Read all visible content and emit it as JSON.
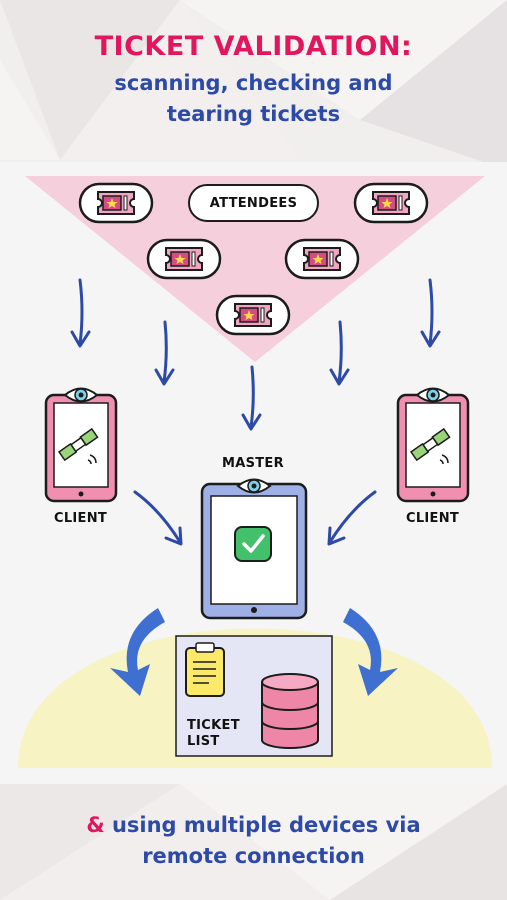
{
  "header": {
    "title": "TICKET VALIDATION:",
    "subtitle_line1": "scanning, checking and",
    "subtitle_line2": "tearing tickets"
  },
  "diagram": {
    "attendees_label": "ATTENDEES",
    "master_label": "MASTER",
    "client_left_label": "CLIENT",
    "client_right_label": "CLIENT",
    "ticket_list_line1": "TICKET",
    "ticket_list_line2": "LIST"
  },
  "footer": {
    "amp": "&",
    "line1": " using multiple devices via",
    "line2": "remote connection"
  },
  "colors": {
    "accent_pink": "#e0165e",
    "brand_blue": "#2c4aa6",
    "triangle_pink": "#f5cfdc",
    "dome_yellow": "#f7f3c2",
    "client_frame": "#f08fb0",
    "master_frame": "#9fb0e6",
    "check_green": "#43c06b",
    "arrow_blue": "#3e6fd1",
    "database_pink": "#ee86a8",
    "clipboard_yellow": "#fbe96a"
  },
  "icons": [
    "ticket-icon",
    "eye-icon",
    "satellite-icon",
    "checkmark-icon",
    "clipboard-icon",
    "database-icon",
    "arrow-down-icon",
    "curved-arrow-icon"
  ]
}
